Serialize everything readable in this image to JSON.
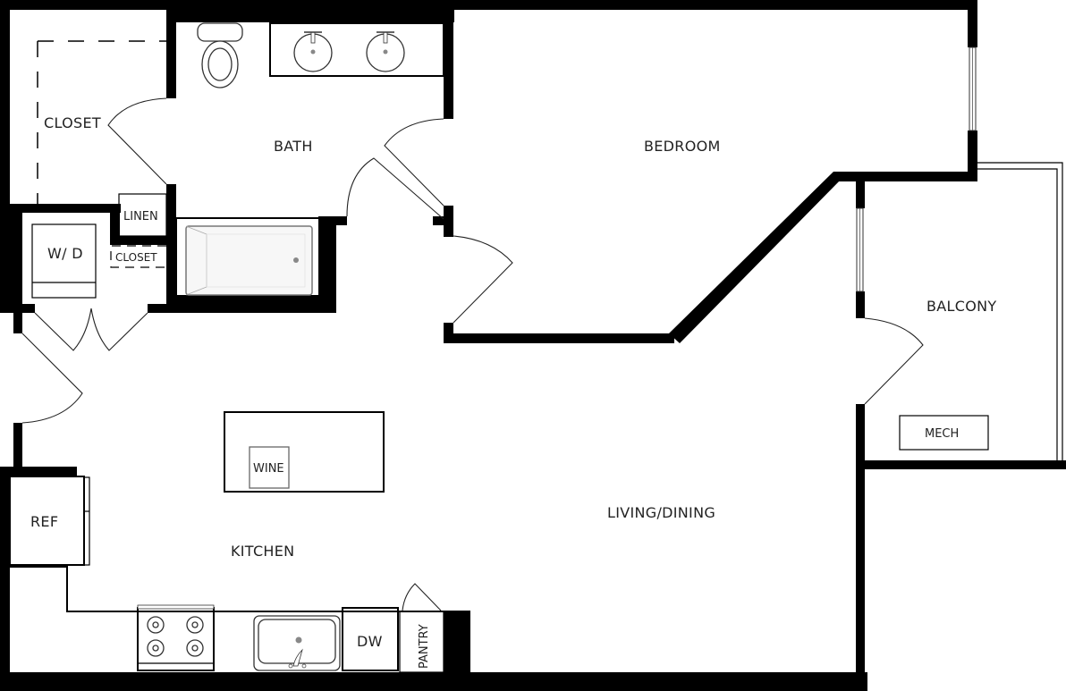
{
  "plan": {
    "colors": {
      "wall": "#000000",
      "background": "#ffffff",
      "text": "#222222",
      "fixture_gray": "#888888"
    },
    "rooms": {
      "closet_main": "CLOSET",
      "bath": "BATH",
      "bedroom": "BEDROOM",
      "balcony": "BALCONY",
      "living_dining": "LIVING/DINING",
      "kitchen": "KITCHEN"
    },
    "fixtures": {
      "linen": "LINEN",
      "closet_small": "CLOSET",
      "washer_dryer": "W/ D",
      "wine": "WINE",
      "refrigerator": "REF",
      "dishwasher": "DW",
      "pantry": "PANTRY",
      "mech": "MECH"
    }
  }
}
